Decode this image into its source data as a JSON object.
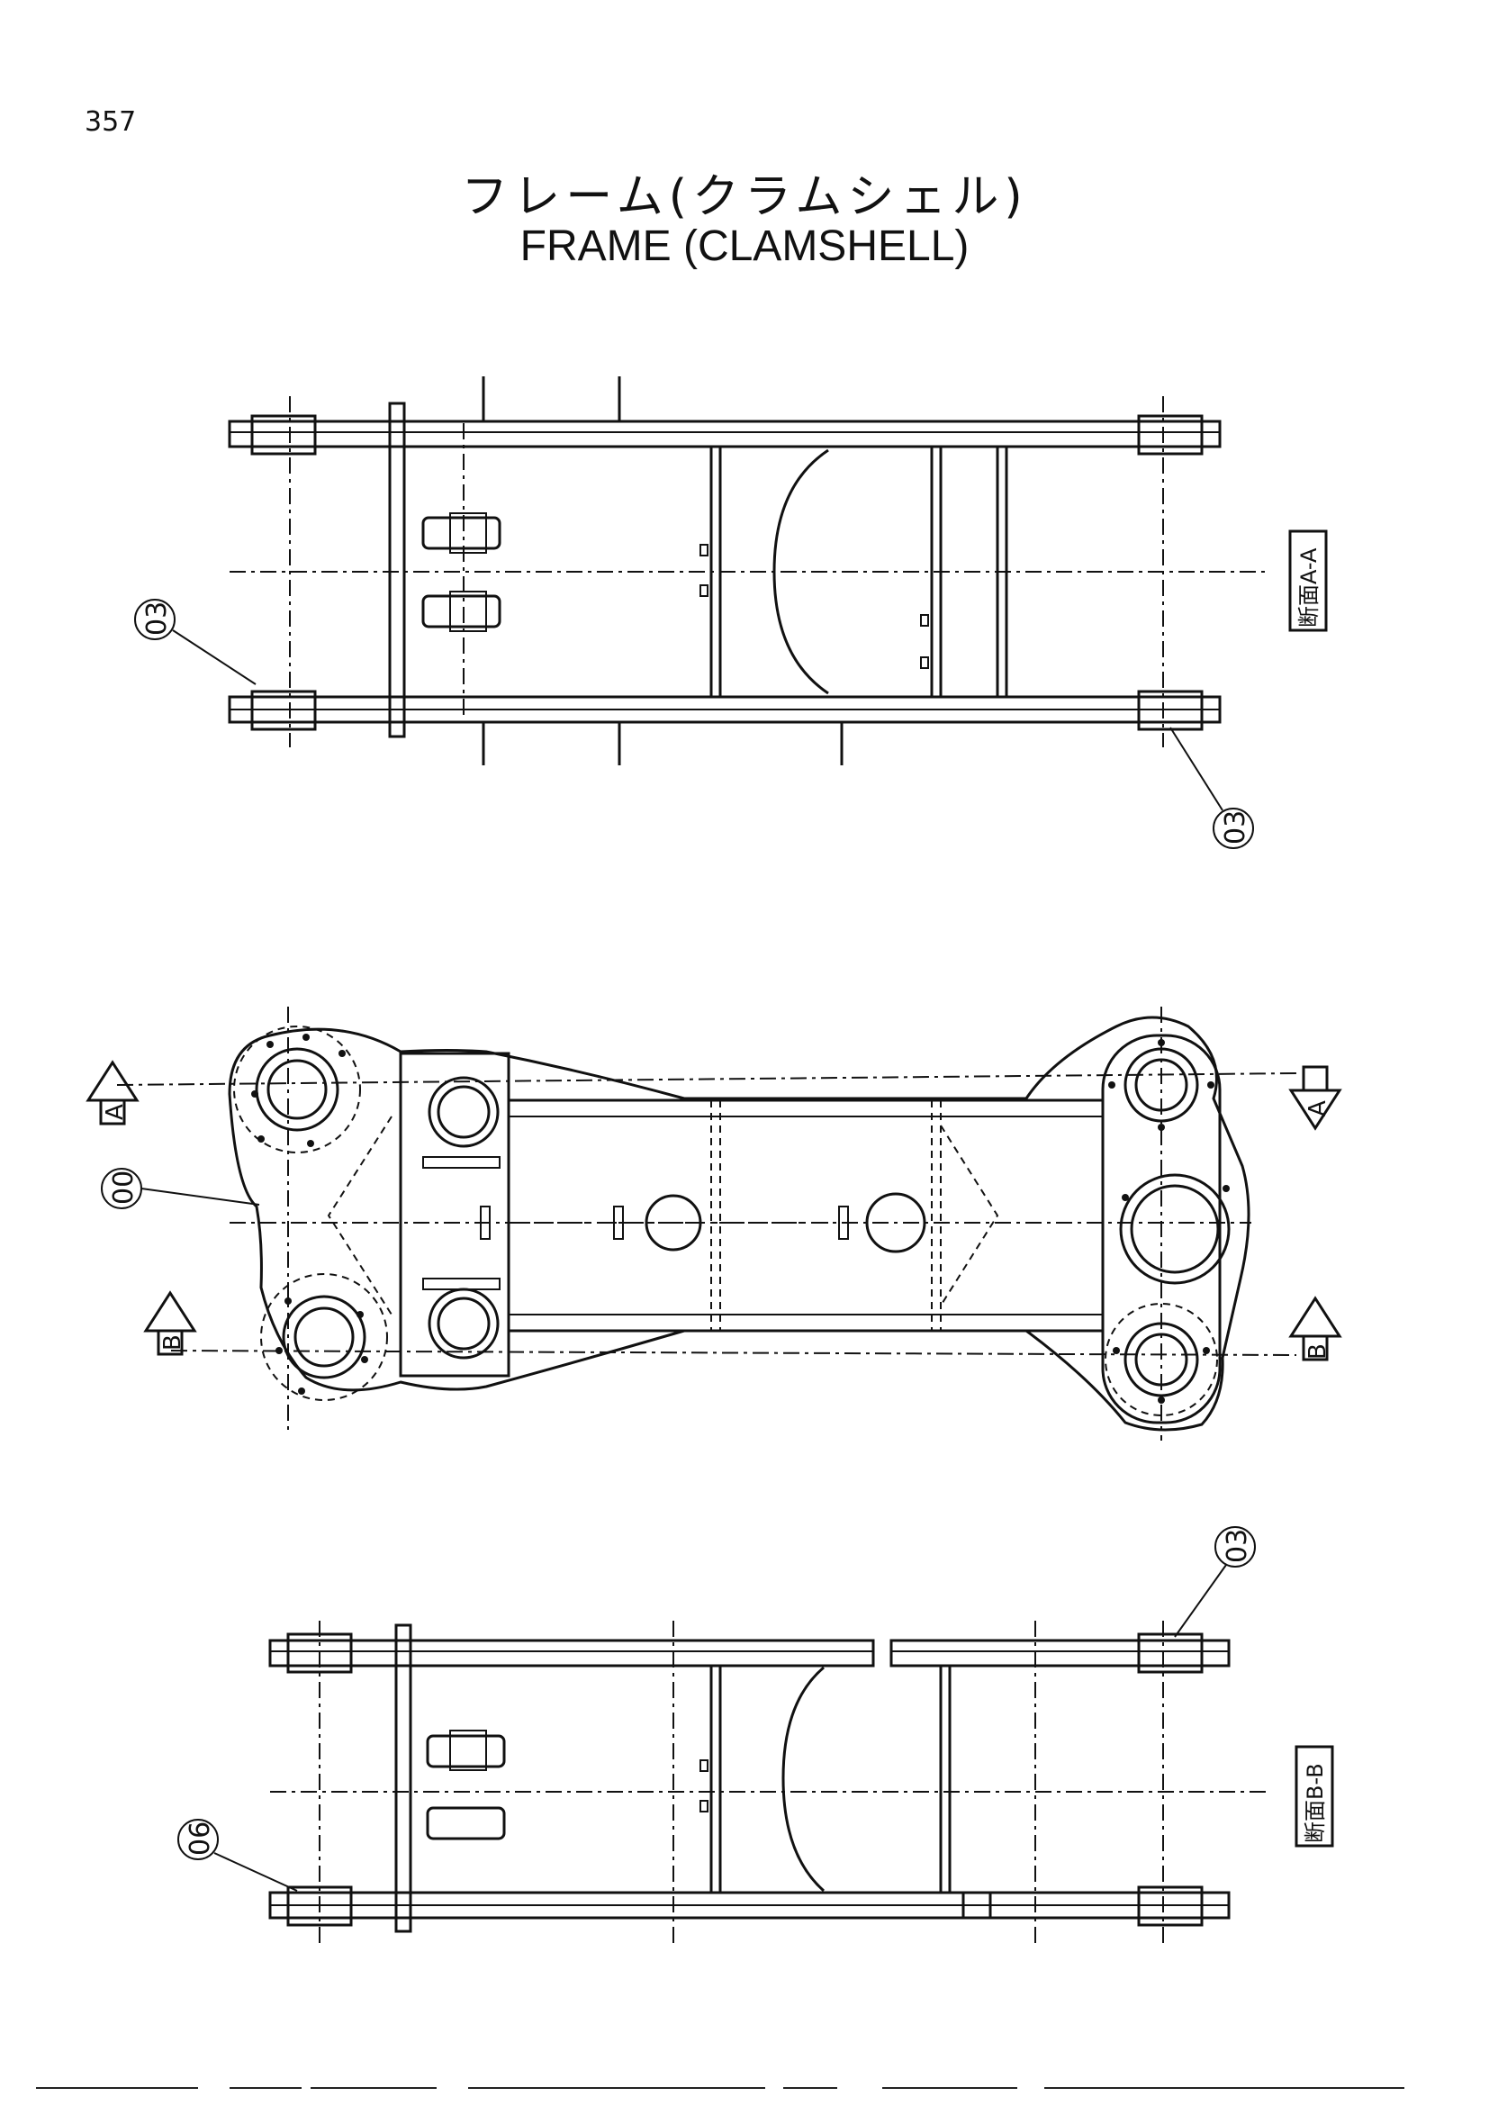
{
  "page": {
    "number": "357"
  },
  "title": {
    "japanese": "フレーム(クラムシェル)",
    "english": "FRAME (CLAMSHELL)"
  },
  "callouts": [
    "03",
    "03",
    "00",
    "03",
    "06"
  ],
  "sections": {
    "a": "断面A-A",
    "b": "断面B-B"
  },
  "arrows": {
    "a": "A",
    "b": "B"
  }
}
